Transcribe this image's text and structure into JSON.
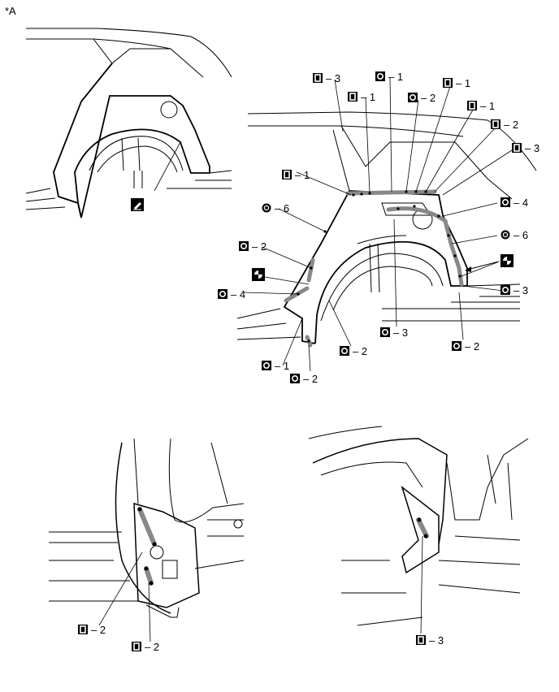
{
  "figure_label": "*A",
  "icons": {
    "spot_weld": "square-I-icon",
    "brazing": "square-circle-icon",
    "mig_plug": "double-circle-icon",
    "sealer": "checker-circle-icon",
    "pen": "pen-icon"
  },
  "callouts": {
    "c1": {
      "symbol": "I",
      "text": "– 3"
    },
    "c2": {
      "symbol": "O",
      "text": "– 1"
    },
    "c3": {
      "symbol": "I",
      "text": "– 1"
    },
    "c4": {
      "symbol": "O",
      "text": "– 2"
    },
    "c5": {
      "symbol": "I",
      "text": "– 1"
    },
    "c6": {
      "symbol": "I",
      "text": "– 1"
    },
    "c7": {
      "symbol": "I",
      "text": "– 2"
    },
    "c8": {
      "symbol": "I",
      "text": "– 3"
    },
    "c9": {
      "symbol": "I",
      "text": "– 1"
    },
    "c10": {
      "symbol": "O",
      "text": "– 4"
    },
    "c11": {
      "symbol": "OO",
      "text": "– 6"
    },
    "c12": {
      "symbol": "OO",
      "text": "– 6"
    },
    "c13": {
      "symbol": "O",
      "text": "– 2"
    },
    "c14": {
      "symbol": "O",
      "text": "– 4"
    },
    "c15": {
      "symbol": "O",
      "text": "– 3"
    },
    "c16": {
      "symbol": "O",
      "text": "– 3"
    },
    "c17": {
      "symbol": "O",
      "text": "– 2"
    },
    "c18": {
      "symbol": "O",
      "text": "– 2"
    },
    "c19": {
      "symbol": "O",
      "text": "– 1"
    },
    "c20": {
      "symbol": "O",
      "text": "– 2"
    },
    "c21": {
      "symbol": "I",
      "text": "– 2"
    },
    "c22": {
      "symbol": "I",
      "text": "– 2"
    },
    "c23": {
      "symbol": "I",
      "text": "– 3"
    }
  }
}
